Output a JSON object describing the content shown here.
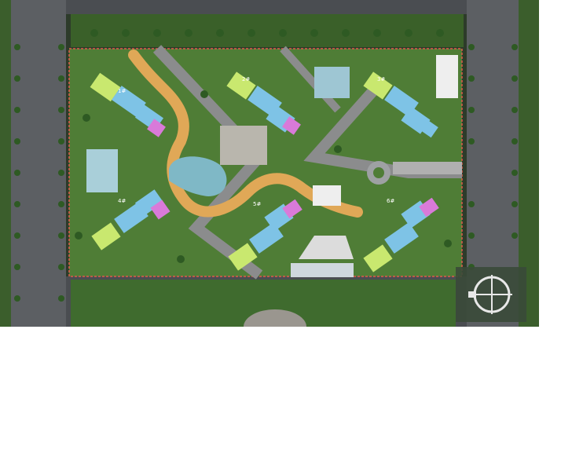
{
  "map": {
    "colors": {
      "road": "#5c5f63",
      "grass": "#3f6b2e",
      "dark_bg": "#2d3b2a",
      "path": "#e0a857",
      "plaza": "#b9b6ad",
      "water": "#7fb8c6",
      "building_lime": "#c9e86f",
      "building_blue": "#7ec3e6",
      "building_magenta": "#d97ad9",
      "building_white": "#f2f2f2",
      "tree": "#2e5a23"
    },
    "buildings": [
      {
        "id": "b1",
        "label": "1#"
      },
      {
        "id": "b2",
        "label": "2#"
      },
      {
        "id": "b3",
        "label": "3#"
      },
      {
        "id": "b4",
        "label": "4#"
      },
      {
        "id": "b5",
        "label": "5#"
      },
      {
        "id": "b6",
        "label": "6#"
      }
    ],
    "compass": {
      "icon": "north-arrow-icon"
    }
  }
}
